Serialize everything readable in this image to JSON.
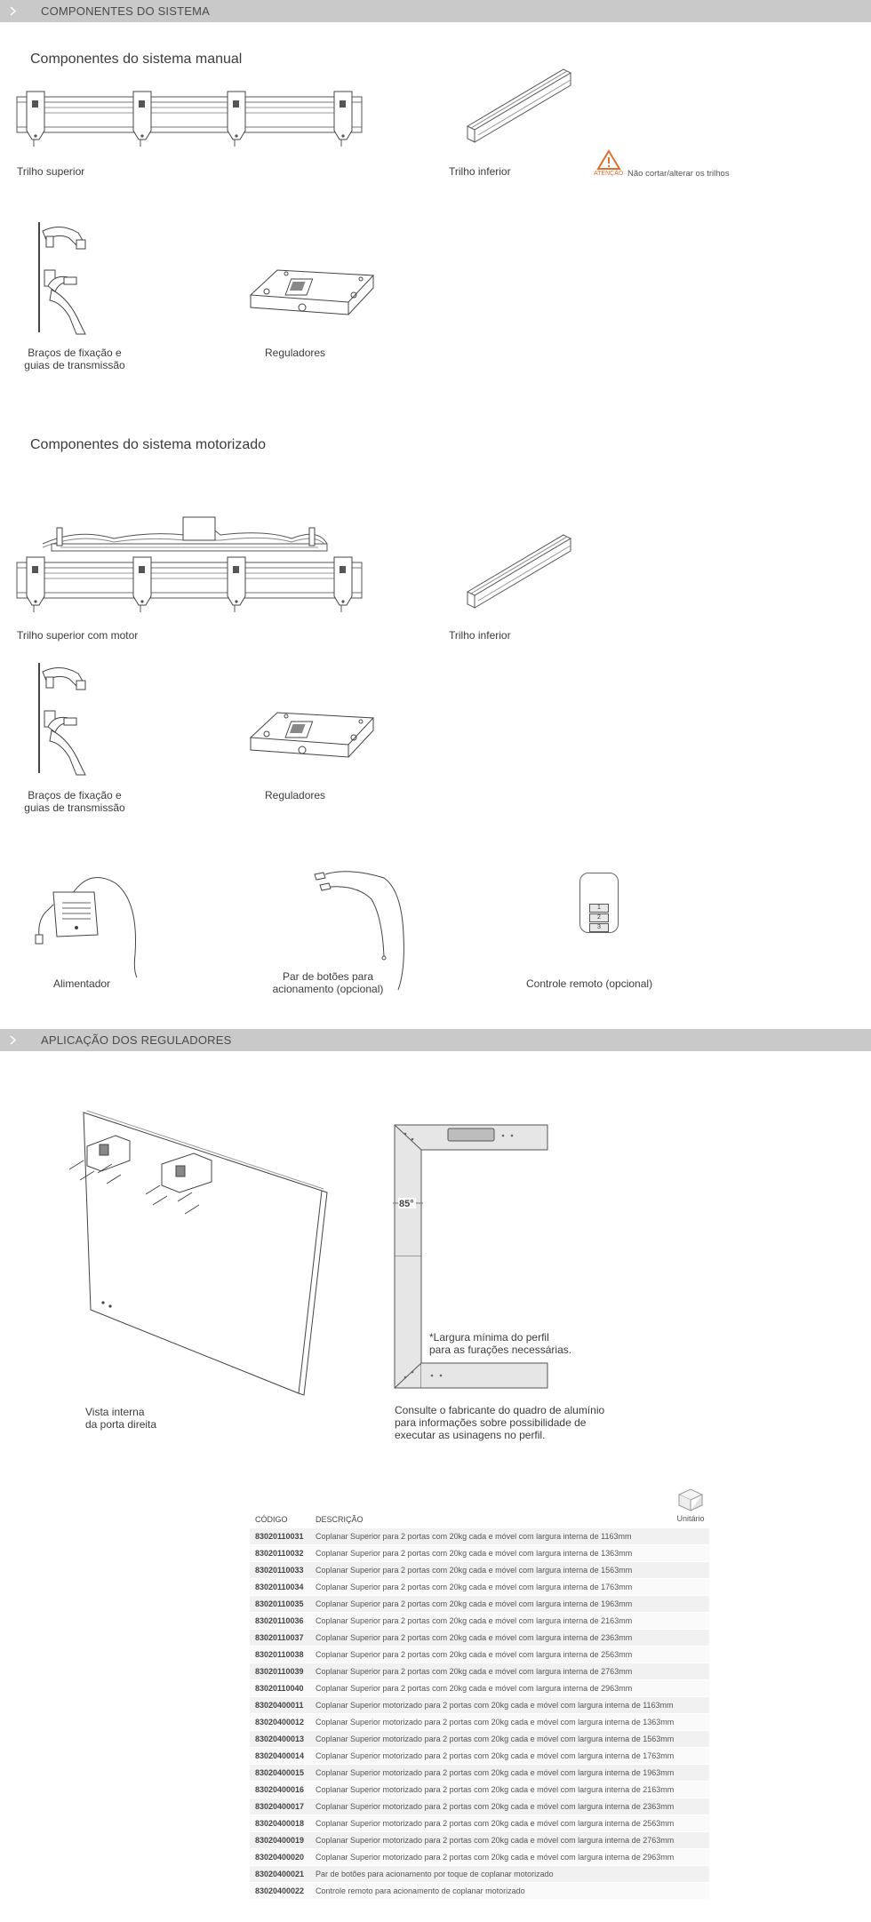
{
  "sections": {
    "components": "COMPONENTES DO SISTEMA",
    "regulators": "APLICAÇÃO DOS REGULADORES"
  },
  "manual": {
    "title": "Componentes do sistema manual",
    "top_rail": "Trilho superior",
    "bottom_rail": "Trilho inferior",
    "warning_label": "ATENÇÃO",
    "warning_text": "Não cortar/alterar os trilhos",
    "arms_line1": "Braços de fixação e",
    "arms_line2": "guias de transmissão",
    "regulators": "Reguladores"
  },
  "motor": {
    "title": "Componentes do sistema motorizado",
    "top_rail": "Trilho superior com motor",
    "bottom_rail": "Trilho inferior",
    "arms_line1": "Braços de fixação e",
    "arms_line2": "guias de transmissão",
    "regulators": "Reguladores",
    "power": "Alimentador",
    "buttons_line1": "Par de  botões para",
    "buttons_line2": "acionamento (opcional)",
    "remote": "Controle remoto (opcional)",
    "remote_keys": [
      "1",
      "2",
      "3"
    ]
  },
  "application": {
    "door_line1": "Vista interna",
    "door_line2": "da porta direita",
    "angle": "85°",
    "min_width_line1": "*Largura mínima do perfil",
    "min_width_line2": "para as furações necessárias.",
    "consult_line1": "Consulte o fabricante do quadro de alumínio",
    "consult_line2": "para informações sobre possibilidade de",
    "consult_line3": "executar as usinagens no perfil."
  },
  "table": {
    "header_code": "CÓDIGO",
    "header_desc": "DESCRIÇÃO",
    "unit_label": "Unitário",
    "rows": [
      {
        "code": "83020110031",
        "desc": "Coplanar Superior para 2 portas com 20kg cada e móvel com largura interna de 1163mm"
      },
      {
        "code": "83020110032",
        "desc": "Coplanar Superior para 2 portas com 20kg cada e móvel com largura interna de 1363mm"
      },
      {
        "code": "83020110033",
        "desc": "Coplanar Superior para 2 portas com 20kg cada e móvel com largura interna de 1563mm"
      },
      {
        "code": "83020110034",
        "desc": "Coplanar Superior para 2 portas com 20kg cada e móvel com largura interna de 1763mm"
      },
      {
        "code": "83020110035",
        "desc": "Coplanar Superior para 2 portas com 20kg cada e móvel com largura interna de 1963mm"
      },
      {
        "code": "83020110036",
        "desc": "Coplanar Superior para 2 portas com 20kg cada e móvel com largura interna de 2163mm"
      },
      {
        "code": "83020110037",
        "desc": "Coplanar Superior para 2 portas com 20kg cada e móvel com largura interna de 2363mm"
      },
      {
        "code": "83020110038",
        "desc": "Coplanar Superior para 2 portas com 20kg cada e móvel com largura interna de 2563mm"
      },
      {
        "code": "83020110039",
        "desc": "Coplanar Superior para 2 portas com 20kg cada e móvel com largura interna de 2763mm"
      },
      {
        "code": "83020110040",
        "desc": "Coplanar Superior para 2 portas com 20kg cada e móvel com largura interna de 2963mm"
      },
      {
        "code": "83020400011",
        "desc": "Coplanar Superior motorizado para 2 portas com 20kg cada e móvel com largura interna de 1163mm"
      },
      {
        "code": "83020400012",
        "desc": "Coplanar Superior motorizado para 2 portas com 20kg cada e móvel com largura interna de 1363mm"
      },
      {
        "code": "83020400013",
        "desc": "Coplanar Superior motorizado para 2 portas com 20kg cada e móvel com largura interna de 1563mm"
      },
      {
        "code": "83020400014",
        "desc": "Coplanar Superior motorizado para 2 portas com 20kg cada e móvel com largura interna de 1763mm"
      },
      {
        "code": "83020400015",
        "desc": "Coplanar Superior motorizado para 2 portas com 20kg cada e móvel com largura interna de 1963mm"
      },
      {
        "code": "83020400016",
        "desc": "Coplanar Superior motorizado para 2 portas com 20kg cada e móvel com largura interna de 2163mm"
      },
      {
        "code": "83020400017",
        "desc": "Coplanar Superior motorizado para 2 portas com 20kg cada e móvel com largura interna de 2363mm"
      },
      {
        "code": "83020400018",
        "desc": "Coplanar Superior motorizado para 2 portas com 20kg cada e móvel com largura interna de 2563mm"
      },
      {
        "code": "83020400019",
        "desc": "Coplanar Superior motorizado para 2 portas com 20kg cada e móvel com largura interna de 2763mm"
      },
      {
        "code": "83020400020",
        "desc": "Coplanar Superior motorizado para 2 portas com 20kg cada e móvel com largura interna de 2963mm"
      },
      {
        "code": "83020400021",
        "desc": "Par de botões para acionamento por toque de coplanar motorizado"
      },
      {
        "code": "83020400022",
        "desc": "Controle remoto para acionamento de coplanar motorizado"
      }
    ]
  }
}
